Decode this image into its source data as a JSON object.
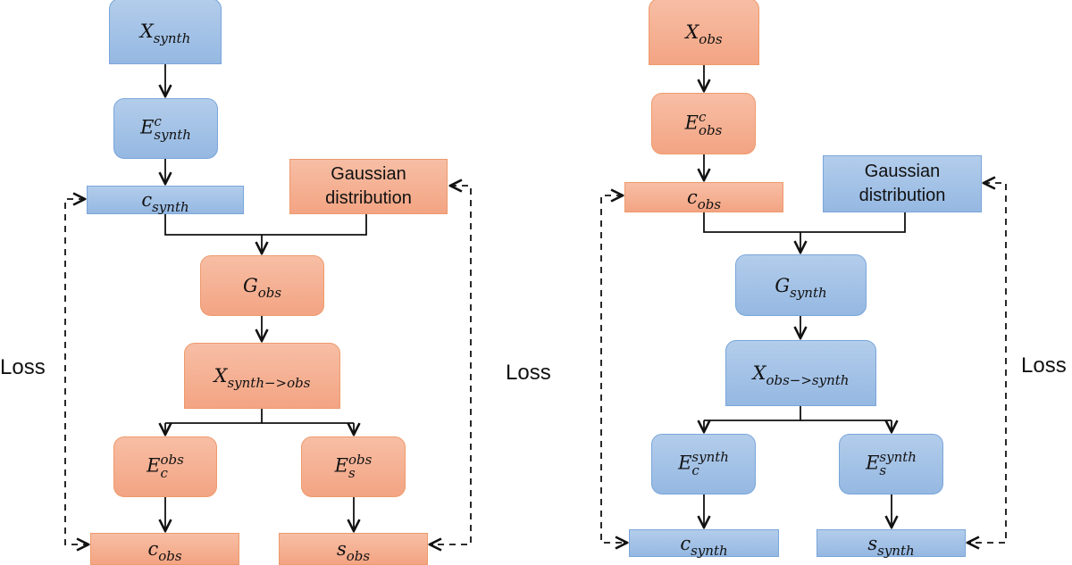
{
  "left_diagram": {
    "x_input": {
      "base": "X",
      "sub": "synth"
    },
    "encoder_content": {
      "base": "E",
      "sup": "c",
      "sub": "synth"
    },
    "content_code": {
      "base": "c",
      "sub": "synth"
    },
    "noise": {
      "line1": "Gaussian",
      "line2": "distribution"
    },
    "generator": {
      "base": "G",
      "sub": "obs"
    },
    "translated": {
      "base": "X",
      "sub": "synth−>obs"
    },
    "encoder_c": {
      "base": "E",
      "sup": "obs",
      "sub": "c"
    },
    "encoder_s": {
      "base": "E",
      "sup": "obs",
      "sub": "s"
    },
    "out_content": {
      "base": "c",
      "sub": "obs"
    },
    "out_style": {
      "base": "s",
      "sub": "obs"
    },
    "loss_left_label": "Loss",
    "loss_right_label": "Loss",
    "colors": {
      "source": "#9dbfe6",
      "target": "#f5ae8e"
    }
  },
  "right_diagram": {
    "x_input": {
      "base": "X",
      "sub": "obs"
    },
    "encoder_content": {
      "base": "E",
      "sup": "c",
      "sub": "obs"
    },
    "content_code": {
      "base": "c",
      "sub": "obs"
    },
    "noise": {
      "line1": "Gaussian",
      "line2": "distribution"
    },
    "generator": {
      "base": "G",
      "sub": "synth"
    },
    "translated": {
      "base": "X",
      "sub": "obs−>synth"
    },
    "encoder_c": {
      "base": "E",
      "sup": "synth",
      "sub": "c"
    },
    "encoder_s": {
      "base": "E",
      "sup": "synth",
      "sub": "s"
    },
    "out_content": {
      "base": "c",
      "sub": "synth"
    },
    "out_style": {
      "base": "s",
      "sub": "synth"
    },
    "loss_right_label": "Loss",
    "colors": {
      "source": "#f5ae8e",
      "target": "#9dbfe6"
    }
  }
}
